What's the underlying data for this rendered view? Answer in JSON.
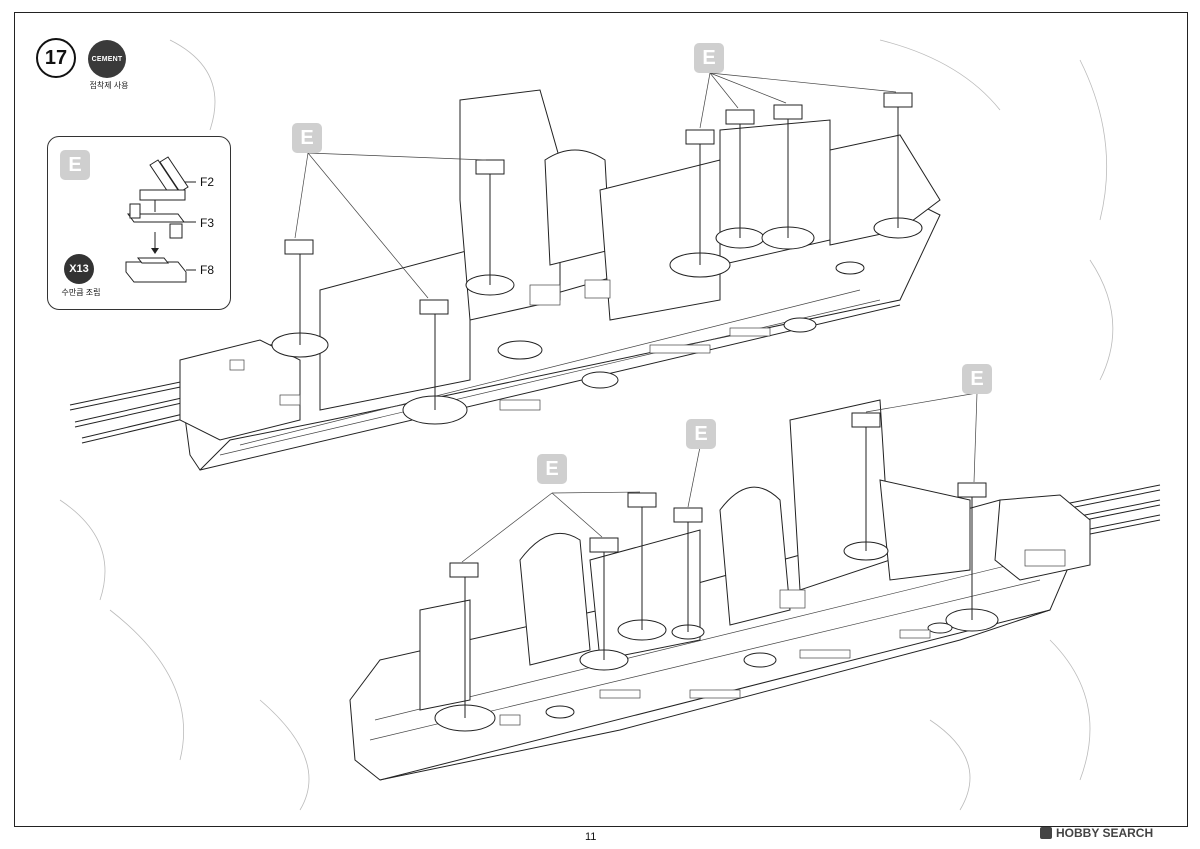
{
  "step": {
    "number": "17"
  },
  "cement": {
    "label": "CEMENT",
    "caption": "접착제 사용"
  },
  "subassembly": {
    "tag": "E",
    "parts": [
      {
        "id": "F2"
      },
      {
        "id": "F3"
      },
      {
        "id": "F8"
      }
    ],
    "quantity_badge": "X13",
    "quantity_caption": "수만큼 조립"
  },
  "callouts": {
    "upper_ship": [
      "E",
      "E"
    ],
    "lower_ship": [
      "E",
      "E",
      "E"
    ]
  },
  "footer": {
    "page_number": "11",
    "watermark": "HOBBY SEARCH"
  }
}
